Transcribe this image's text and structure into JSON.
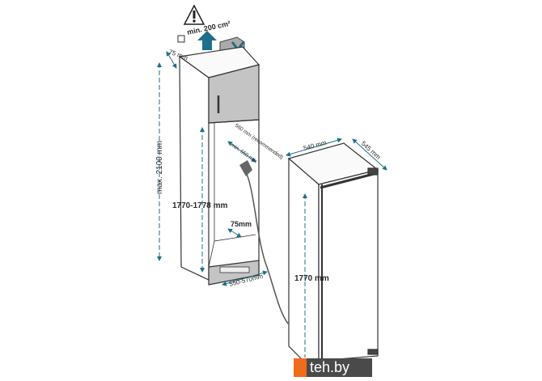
{
  "labels": {
    "ventilation": "min. 200 cm²",
    "top_gap": "75 mm",
    "max_height": "max. 2100 mm",
    "niche_height": "1770-1778 mm",
    "depth_recommended": "560 mm (recommended)",
    "depth_min": "min. 550 mm",
    "bottom_gap": "75mm",
    "niche_width": "550-570mm",
    "fridge_width": "540 mm",
    "fridge_depth": "545 mm",
    "fridge_height": "1770 mm"
  },
  "watermark": "teh.by",
  "colors": {
    "arrow": "#1f6f8b",
    "cabinet": "#c4c4c4",
    "watermark_orange": "#f26a1b"
  }
}
